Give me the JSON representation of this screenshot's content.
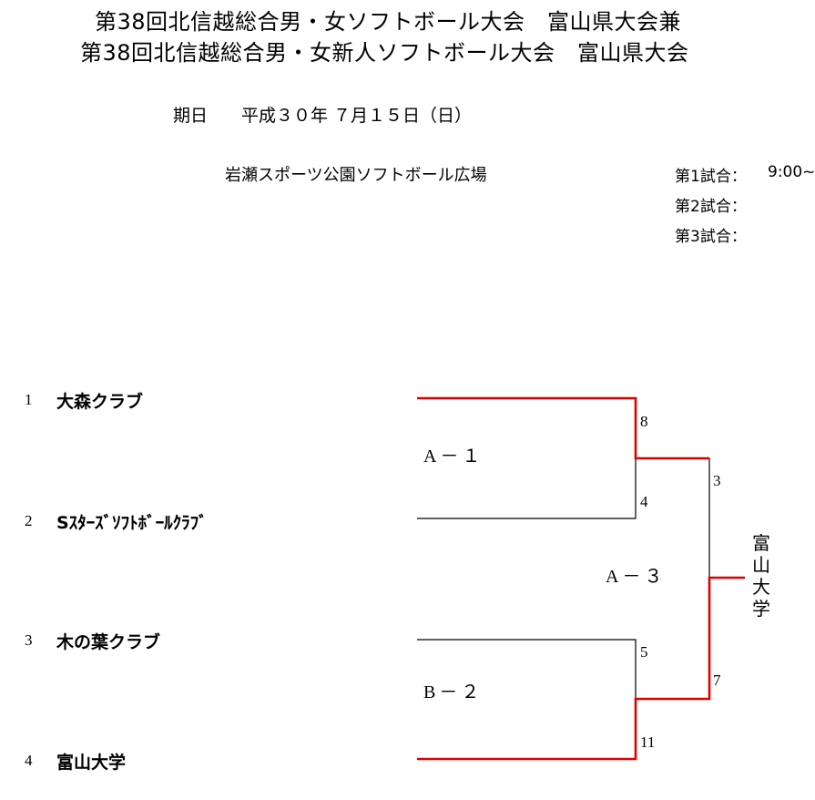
{
  "header": {
    "title_line1": "第38回北信越総合男・女ソフトボール大会　富山県大会兼",
    "title_line2": "第38回北信越総合男・女新人ソフトボール大会　富山県大会",
    "date_label": "期日",
    "date_value": "平成３０年 ７月１５日（日）",
    "venue": "岩瀬スポーツ公園ソフトボール広場"
  },
  "schedule": [
    {
      "label": "第1試合：",
      "time": "9:00~"
    },
    {
      "label": "第2試合：",
      "time": ""
    },
    {
      "label": "第3試合：",
      "time": ""
    }
  ],
  "teams": [
    {
      "seed": "1",
      "name": "大森クラブ"
    },
    {
      "seed": "2",
      "name": "Sｽﾀｰｽﾞｿﾌﾄﾎﾞｰﾙｸﾗﾌﾞ"
    },
    {
      "seed": "3",
      "name": "木の葉クラブ"
    },
    {
      "seed": "4",
      "name": "富山大学"
    }
  ],
  "matches": [
    {
      "label": "A－１",
      "top_score": "8",
      "bottom_score": "4"
    },
    {
      "label": "B－２",
      "top_score": "5",
      "bottom_score": "11"
    },
    {
      "label": "A－３",
      "top_score": "3",
      "bottom_score": "7"
    }
  ],
  "champion": [
    "富",
    "山",
    "大",
    "学"
  ],
  "colors": {
    "winner_line": "#e00000",
    "loser_line": "#000000"
  }
}
